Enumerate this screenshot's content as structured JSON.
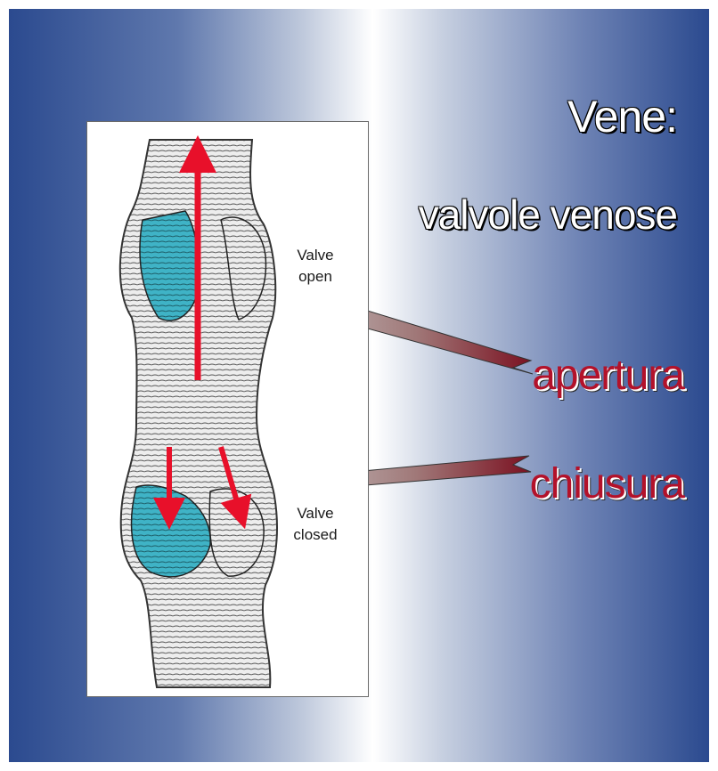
{
  "slide": {
    "title": "Vene:",
    "subtitle": "valvole venose",
    "label_open": "apertura",
    "label_closed": "chiusura"
  },
  "figure": {
    "valve_open_label": "Valve open",
    "valve_closed_label": "Valve closed"
  },
  "colors": {
    "background_dark": "#2b4a8f",
    "background_light": "#ffffff",
    "label_red": "#b3122a",
    "valve_teal": "#3fb3c6",
    "flow_arrow_red": "#e8102a"
  }
}
